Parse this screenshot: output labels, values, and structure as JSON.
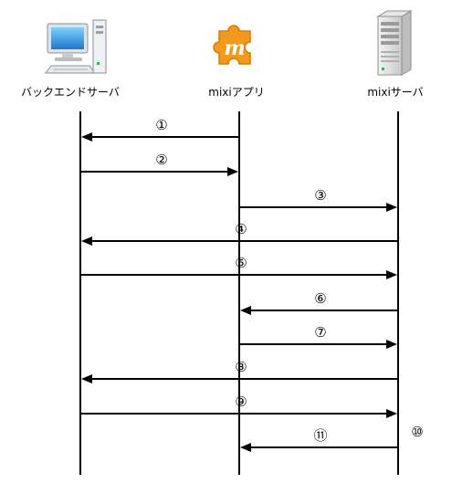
{
  "participants": [
    {
      "id": "backend",
      "label": "バックエンドサーバ",
      "icon": "desktop-computer-icon"
    },
    {
      "id": "app",
      "label": "mixiアプリ",
      "icon": "mixi-puzzle-logo-icon"
    },
    {
      "id": "server",
      "label": "mixiサーバ",
      "icon": "server-tower-icon"
    }
  ],
  "messages": [
    {
      "step": "①",
      "from": "app",
      "to": "backend"
    },
    {
      "step": "②",
      "from": "backend",
      "to": "app"
    },
    {
      "step": "③",
      "from": "app",
      "to": "server"
    },
    {
      "step": "④",
      "from": "server",
      "to": "backend"
    },
    {
      "step": "⑤",
      "from": "backend",
      "to": "server"
    },
    {
      "step": "⑥",
      "from": "server",
      "to": "app"
    },
    {
      "step": "⑦",
      "from": "app",
      "to": "server"
    },
    {
      "step": "⑧",
      "from": "server",
      "to": "backend"
    },
    {
      "step": "⑨",
      "from": "backend",
      "to": "server"
    },
    {
      "step": "⑪",
      "from": "server",
      "to": "app"
    }
  ],
  "notes": [
    {
      "step": "⑩",
      "at": "server"
    }
  ],
  "colors": {
    "line": "#000000",
    "logo_orange": "#f39a1e",
    "monitor_blue": "#2e8fd8"
  }
}
